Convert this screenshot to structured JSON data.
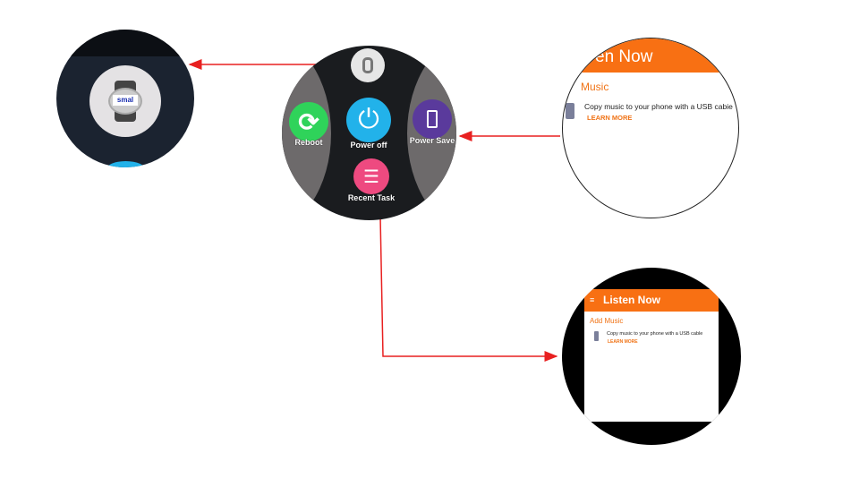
{
  "power_menu": {
    "items": [
      {
        "label": "Reboot",
        "icon": "refresh-icon",
        "color": "#2fd35a"
      },
      {
        "label": "Power off",
        "icon": "power-icon",
        "color": "#22b2ea"
      },
      {
        "label": "Power Save",
        "icon": "battery-icon",
        "color": "#5a3a9c"
      },
      {
        "label": "Recent Task",
        "icon": "task-list-icon",
        "color": "#ee4a80"
      }
    ]
  },
  "zoomed_watch": {
    "screen_text": "smal"
  },
  "music_cropped": {
    "header": "en Now",
    "section": "Music",
    "copy_text": "Copy music to your phone with a USB cabie",
    "learn_more": "LEARN MORE"
  },
  "music_full": {
    "header": "Listen Now",
    "section": "Add Music",
    "copy_text": "Copy music to your phone with a USB cable",
    "learn_more": "LEARN MORE"
  },
  "colors": {
    "accent": "#f07316",
    "arrow": "#e82020"
  }
}
